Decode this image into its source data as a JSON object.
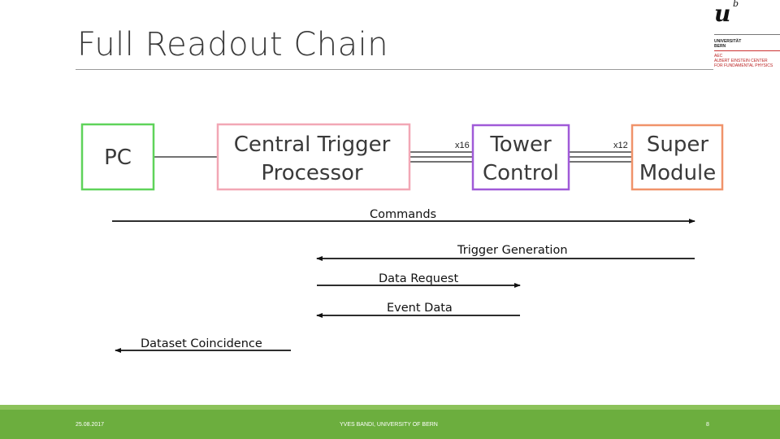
{
  "slide": {
    "title": "Full Readout Chain",
    "footer_date": "25.08.2017",
    "footer_author": "YVES BANDI, UNIVERSITY OF BERN",
    "page_number": "8"
  },
  "logo": {
    "mark_u": "u",
    "mark_b": "b",
    "line1": "UNIVERSITÄT",
    "line2": "BERN",
    "line3": "AEC",
    "line4": "ALBERT EINSTEIN CENTER",
    "line5": "FOR FUNDAMENTAL PHYSICS"
  },
  "diagram": {
    "nodes": [
      {
        "id": "pc",
        "lines": [
          "PC"
        ],
        "color": "#5fd35a"
      },
      {
        "id": "ctp",
        "lines": [
          "Central Trigger",
          "Processor"
        ],
        "color": "#f2a7b5"
      },
      {
        "id": "tc",
        "lines": [
          "Tower",
          "Control"
        ],
        "color": "#a05ad8"
      },
      {
        "id": "sm",
        "lines": [
          "Super",
          "Module"
        ],
        "color": "#f0936a"
      }
    ],
    "multiplicities": {
      "ctp_tc": "x16",
      "tc_sm": "x12"
    },
    "messages": [
      {
        "label": "Commands",
        "direction": "right"
      },
      {
        "label": "Trigger Generation",
        "direction": "left"
      },
      {
        "label": "Data Request",
        "direction": "right"
      },
      {
        "label": "Event Data",
        "direction": "left"
      },
      {
        "label": "Dataset Coincidence",
        "direction": "left"
      }
    ]
  }
}
